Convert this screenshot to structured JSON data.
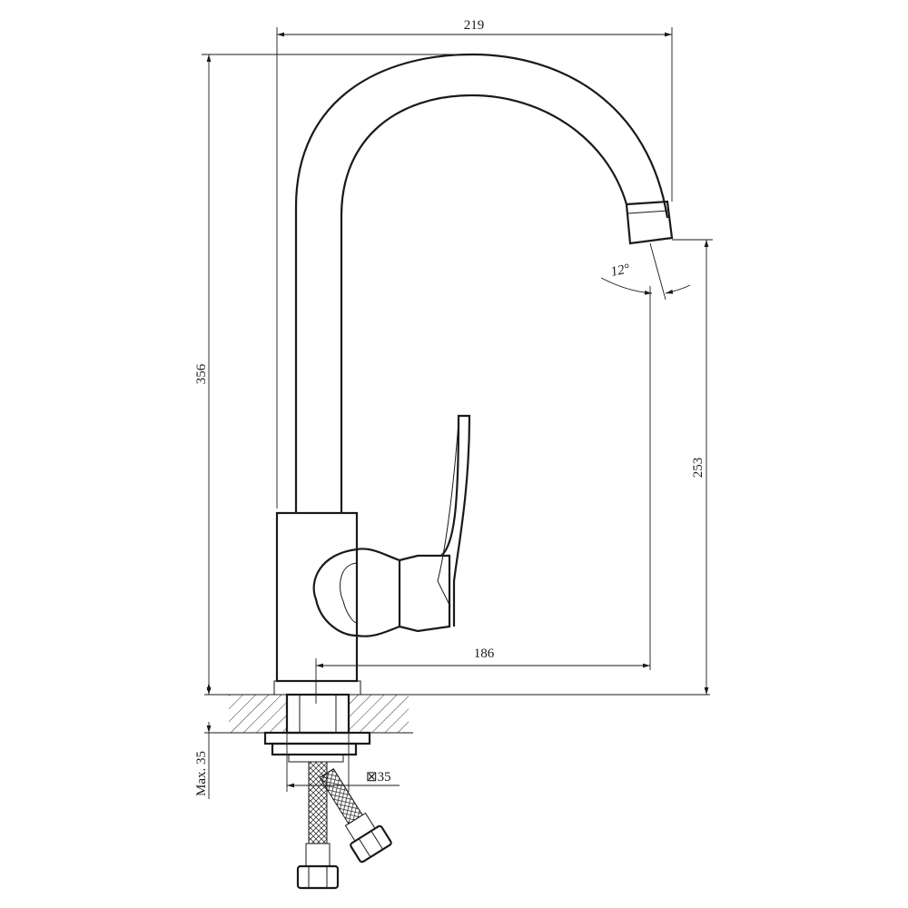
{
  "dimensions": {
    "overall_reach": "219",
    "overall_height": "356",
    "spout_height": "253",
    "spout_reach": "186",
    "spout_angle": "12°",
    "max_counter_thickness": "Max. 35",
    "mounting_hole": "⊠35"
  },
  "colors": {
    "line": "#1a1a1a",
    "background": "#ffffff"
  }
}
